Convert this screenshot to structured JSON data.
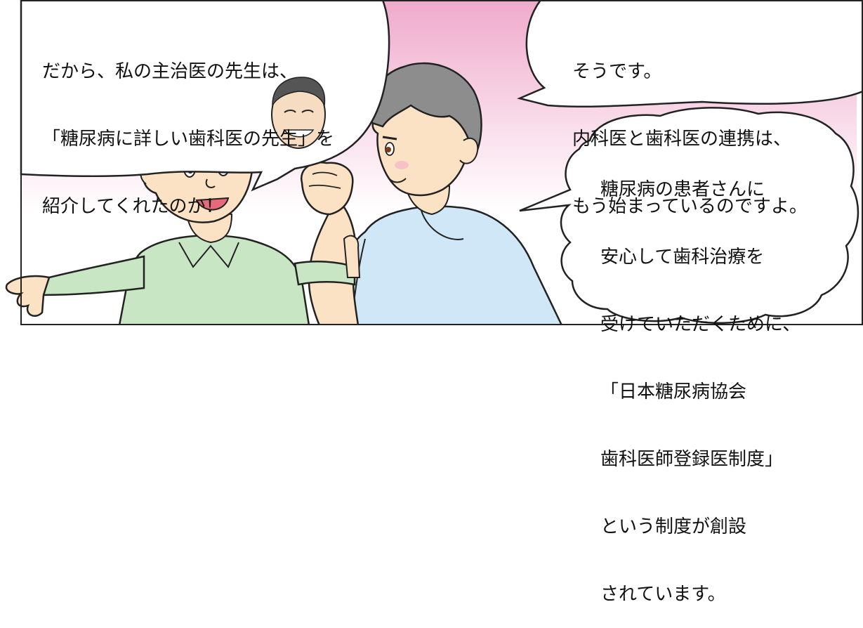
{
  "colors": {
    "background_gradient_top": "#efaacb",
    "background_gradient_bottom": "#ffffff",
    "patient_shirt": "#c9e6c4",
    "dentist_shirt": "#cfe7f7",
    "skin": "#fce2c4",
    "patient_hair": "#7a3d1a",
    "dentist_hair": "#8d8d8d",
    "outline": "#222222"
  },
  "bubbles": {
    "patient": {
      "lines": [
        "だから、私の主治医の先生は、",
        "「糖尿病に詳しい歯科医の先生」を",
        "紹介してくれたのか！"
      ]
    },
    "dentist_top": {
      "lines": [
        "そうです。",
        "内科医と歯科医の連携は、",
        "もう始まっているのですよ。"
      ]
    },
    "dentist_bottom": {
      "lines": [
        "糖尿病の患者さんに",
        "安心して歯科治療を",
        "受けていただくために、",
        "「日本糖尿病協会",
        "歯科医師登録医制度」",
        "という制度が創設",
        "されています。"
      ]
    }
  },
  "characters": {
    "patient": "patient-man",
    "dentist": "dentist-man",
    "doctor_thought": "elder-doctor-face"
  }
}
